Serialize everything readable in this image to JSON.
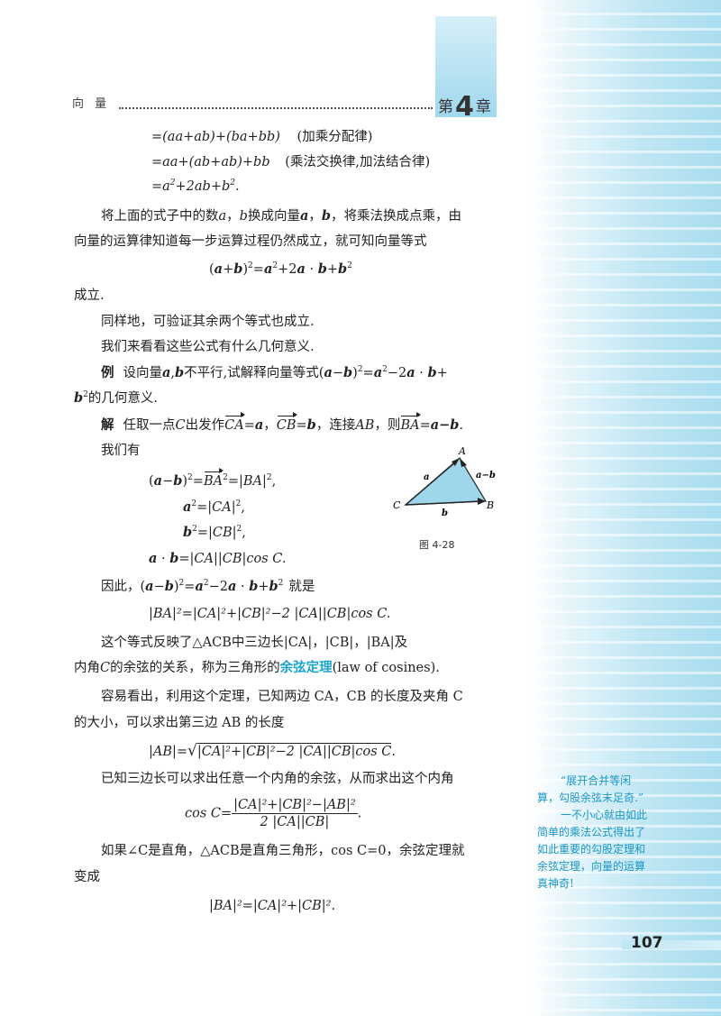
{
  "header": {
    "title": "向  量",
    "chapter_prefix": "第",
    "chapter_number": "4",
    "chapter_suffix": "章"
  },
  "eq1": {
    "text": "=(aa+ab)+(ba+bb)",
    "note": "(加乘分配律)"
  },
  "eq2": {
    "text": "=aa+(ab+ab)+bb",
    "note": "(乘法交换律,加法结合律)"
  },
  "eq3": {
    "pre": "=a",
    "mid": "+2ab+b",
    "post": "."
  },
  "para1": {
    "line1a": "将上面的式子中的数",
    "a": "a",
    "comma": "，",
    "b": "b",
    "line1b": "换成向量",
    "va": "a",
    "vb": "b",
    "line1c": "，将乘法换成点乘，由",
    "line2": "向量的运算律知道每一步运算过程仍然成立，就可知向量等式"
  },
  "identity": {
    "lp": "(",
    "a": "a",
    "plus": "+",
    "b": "b",
    "rp": ")",
    "eq": "=",
    "a2": "a",
    "plus2": "+2",
    "a3": "a",
    "dot": " · ",
    "b2": "b",
    "plus3": "+",
    "b3": "b"
  },
  "p_chengli": "成立.",
  "p_same": "同样地，可验证其余两个等式也成立.",
  "p_look": "我们来看看这些公式有什么几何意义.",
  "example": {
    "label": "例",
    "text1": "设向量",
    "a": "a",
    "comma": ",",
    "b": "b",
    "text2": "不平行,试解释向量等式",
    "lp": "(",
    "minus": "−",
    "rp": ")",
    "eq": "=",
    "rest": "−2",
    "dot": " · ",
    "plus": "+",
    "text3": "的几何意义."
  },
  "solution": {
    "label": "解",
    "text1": "任取一点",
    "C": "C",
    "text2": "出发作",
    "CA": "CA",
    "eq_a": "=",
    "a": "a",
    "comma": "，",
    "CB": "CB",
    "b": "b",
    "text3": "，连接",
    "AB": "AB",
    "text4": "，则",
    "BA": "BA",
    "eq": "=",
    "amb": "a−b",
    "end": ".",
    "we_have": "我们有"
  },
  "eqs": {
    "e1_mid": "=",
    "e1_BA": "BA",
    "e1_rest": "=|BA|",
    "e2": "=|CA|",
    "e3": "=|CB|",
    "e4_dot": " · ",
    "e4_rest": "=|CA||CB|cos C."
  },
  "figure": {
    "caption": "图 4-28",
    "labels": {
      "A": "A",
      "B": "B",
      "C": "C",
      "a": "a",
      "b": "b",
      "amb": "a−b"
    },
    "fill_color": "#9ed6ec"
  },
  "therefore": {
    "text1": "因此，",
    "lp": "(",
    "minus": "−",
    "rp": ")",
    "eq": "=",
    "rest": "−2",
    "dot": " · ",
    "plus": "+",
    "text2": "就是"
  },
  "law_eq": "|BA|²=|CA|²+|CB|²−2 |CA||CB|cos C.",
  "para_law": {
    "line1": "这个等式反映了△ACB中三边长|CA|，|CB|，|BA|及",
    "line2a": "内角",
    "C": "C",
    "line2b": "的余弦的关系，称为三角形的",
    "term": "余弦定理",
    "line2c": "(law of cosines)."
  },
  "para_easy": {
    "line1": "容易看出，利用这个定理，已知两边 CA，CB 的长度及夹角 C",
    "line2": "的大小，可以求出第三边 AB 的长度"
  },
  "ab_eq": {
    "lhs": "|AB|=",
    "radical": "√",
    "under": "|CA|²+|CB|²−2 |CA||CB|cos C",
    "end": "."
  },
  "para_three": "已知三边长可以求出任意一个内角的余弦，从而求出这个内角",
  "cos_eq": {
    "lhs": "cos C=",
    "num": "|CA|²+|CB|²−|AB|²",
    "den": "2 |CA||CB|",
    "end": "."
  },
  "para_right": {
    "line1": "如果∠C是直角，△ACB是直角三角形，cos C=0，余弦定理就",
    "line2": "变成"
  },
  "pyth_eq": "|BA|²=|CA|²+|CB|².",
  "side_note": {
    "l1": "“展开合并等闲",
    "l2": "算，勾股余弦末足奇.”",
    "l3": "一不小心就由如此",
    "l4": "简单的乘法公式得出了",
    "l5": "如此重要的勾股定理和",
    "l6": "余弦定理，向量的运算",
    "l7": "真神奇!"
  },
  "page_number": "107",
  "colors": {
    "accent": "#1aa4d3",
    "band": "#bfe6f3"
  }
}
